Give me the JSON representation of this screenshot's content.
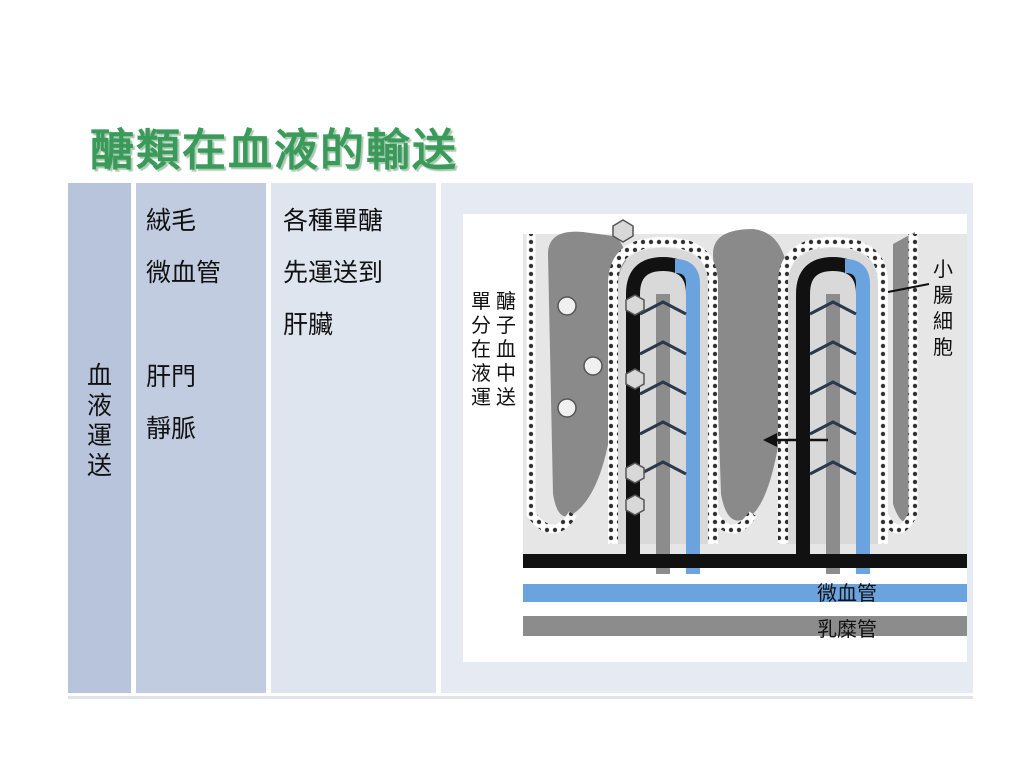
{
  "title": "醣類在血液的輸送",
  "table": {
    "row_header": [
      "血",
      "液",
      "運",
      "送"
    ],
    "col2_line1": "絨毛",
    "col2_line2": "微血管",
    "col2_line3": "肝門",
    "col2_line4": "靜脈",
    "col3_line1": "各種單醣",
    "col3_line2": "先運送到",
    "col3_line3": "肝臟"
  },
  "figure": {
    "label_left_col1": [
      "單",
      "分",
      "在",
      "液",
      "運"
    ],
    "label_left_col2": [
      "醣",
      "子",
      "血",
      "中",
      "送"
    ],
    "label_right": [
      "小",
      "腸",
      "細",
      "胞"
    ],
    "label_capillary": "微血管",
    "label_lacteal": "乳糜管"
  },
  "colors": {
    "title": "#3a9a5a",
    "capillary": "#6aa3de",
    "lacteal": "#8c8c8c",
    "vein": "#111111"
  }
}
